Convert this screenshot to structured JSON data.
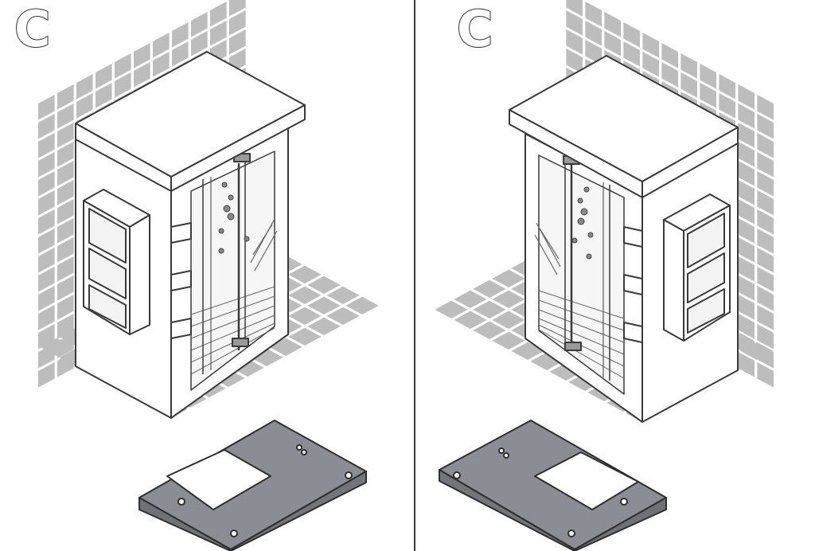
{
  "panels": [
    {
      "label": "C",
      "orientation": "door-hinges-right",
      "colors": {
        "tile": "#bdbdbd",
        "outline": "#3a3a3a",
        "base_plate": "#8a8e94"
      }
    },
    {
      "label": "C",
      "orientation": "door-hinges-left",
      "colors": {
        "tile": "#bdbdbd",
        "outline": "#3a3a3a",
        "base_plate": "#8a8e94"
      }
    }
  ]
}
